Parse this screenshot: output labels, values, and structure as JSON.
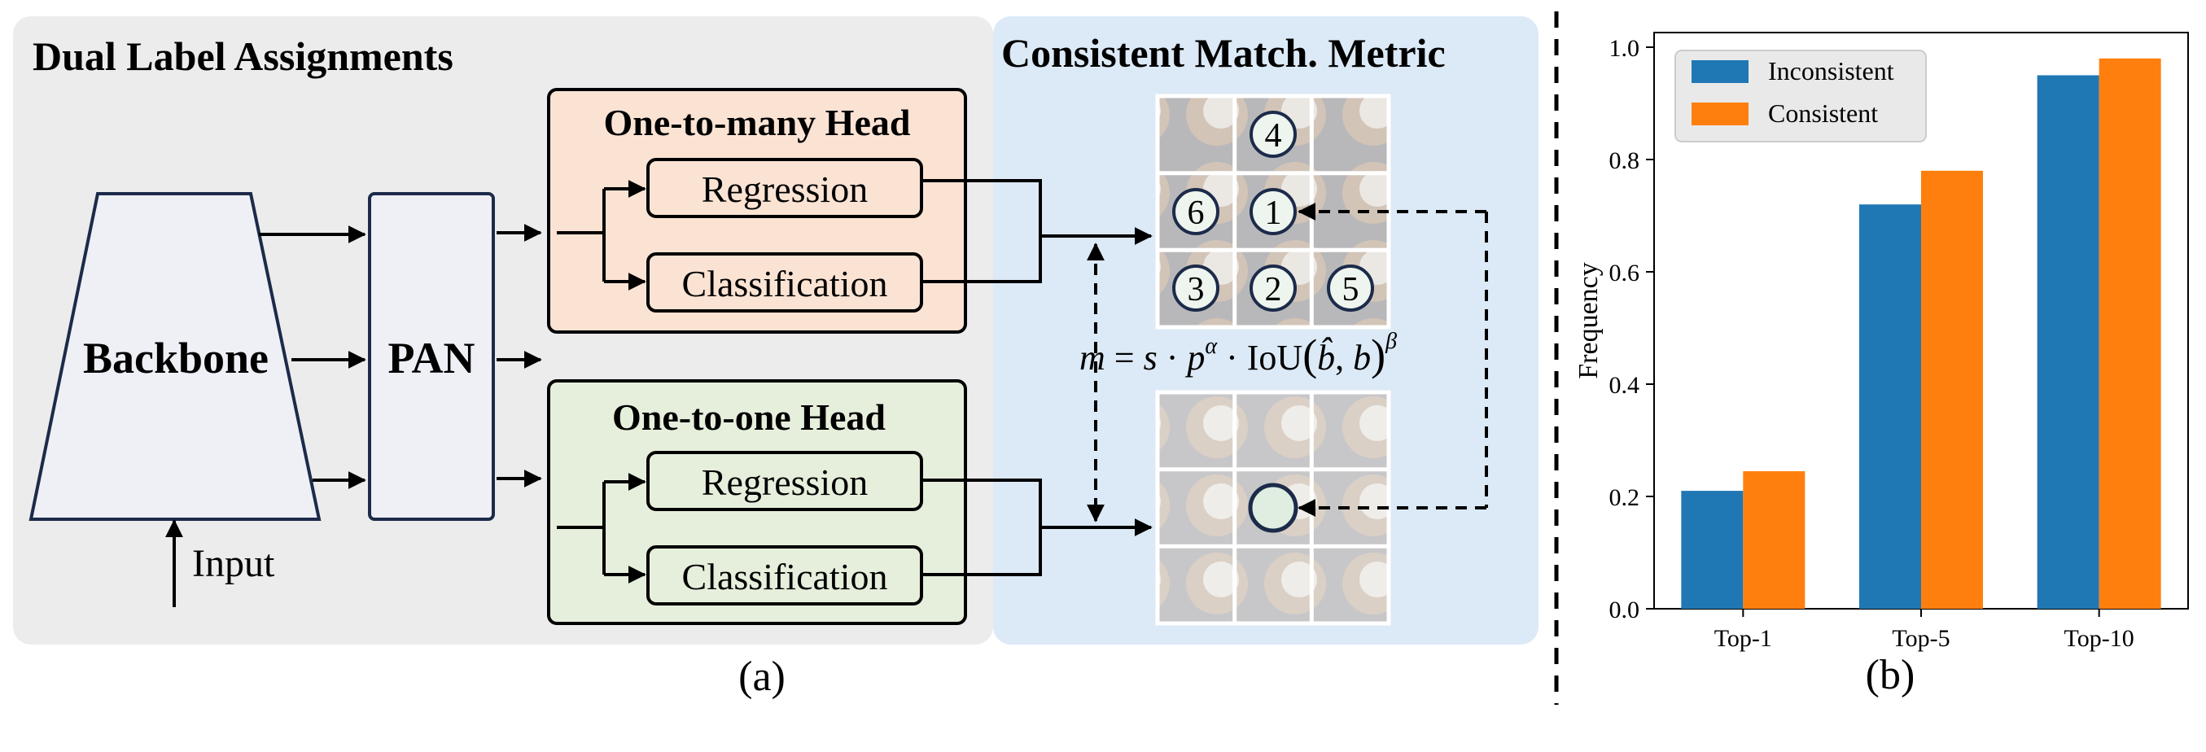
{
  "panel_a": {
    "dual_title": "Dual Label Assignments",
    "metric_title": "Consistent Match. Metric",
    "backbone_label": "Backbone",
    "pan_label": "PAN",
    "input_label": "Input",
    "one_to_many_title": "One-to-many Head",
    "one_to_one_title": "One-to-one Head",
    "regression_label": "Regression",
    "classification_label": "Classification",
    "formula": {
      "m": "m",
      "eq": " = ",
      "s": "s",
      "dot": " · ",
      "p": "p",
      "alpha": "α",
      "iou": "IoU",
      "bhat": "b̂",
      "b": "b",
      "beta": "β"
    },
    "grid_top_numbers": [
      "4",
      "6",
      "1",
      "3",
      "2",
      "5"
    ],
    "caption": "(a)",
    "colors": {
      "left_bg": "#ececec",
      "right_bg": "#dde9f5",
      "one_to_many_bg": "#fbe3d4",
      "one_to_one_bg": "#e6efdc",
      "backbone_fill": "#eef0f5",
      "outline": "#1c2b4a"
    }
  },
  "panel_b": {
    "caption": "(b)"
  },
  "chart_data": {
    "type": "bar",
    "categories": [
      "Top-1",
      "Top-5",
      "Top-10"
    ],
    "series": [
      {
        "name": "Inconsistent",
        "values": [
          0.21,
          0.72,
          0.95
        ],
        "color": "#1f77b4"
      },
      {
        "name": "Consistent",
        "values": [
          0.245,
          0.78,
          0.98
        ],
        "color": "#ff7f0e"
      }
    ],
    "ylabel": "Frequency",
    "xlabel": "",
    "ylim": [
      0,
      1.0
    ],
    "yticks": [
      "0.0",
      "0.2",
      "0.4",
      "0.6",
      "0.8",
      "1.0"
    ],
    "legend": "top-left",
    "grid": false
  }
}
